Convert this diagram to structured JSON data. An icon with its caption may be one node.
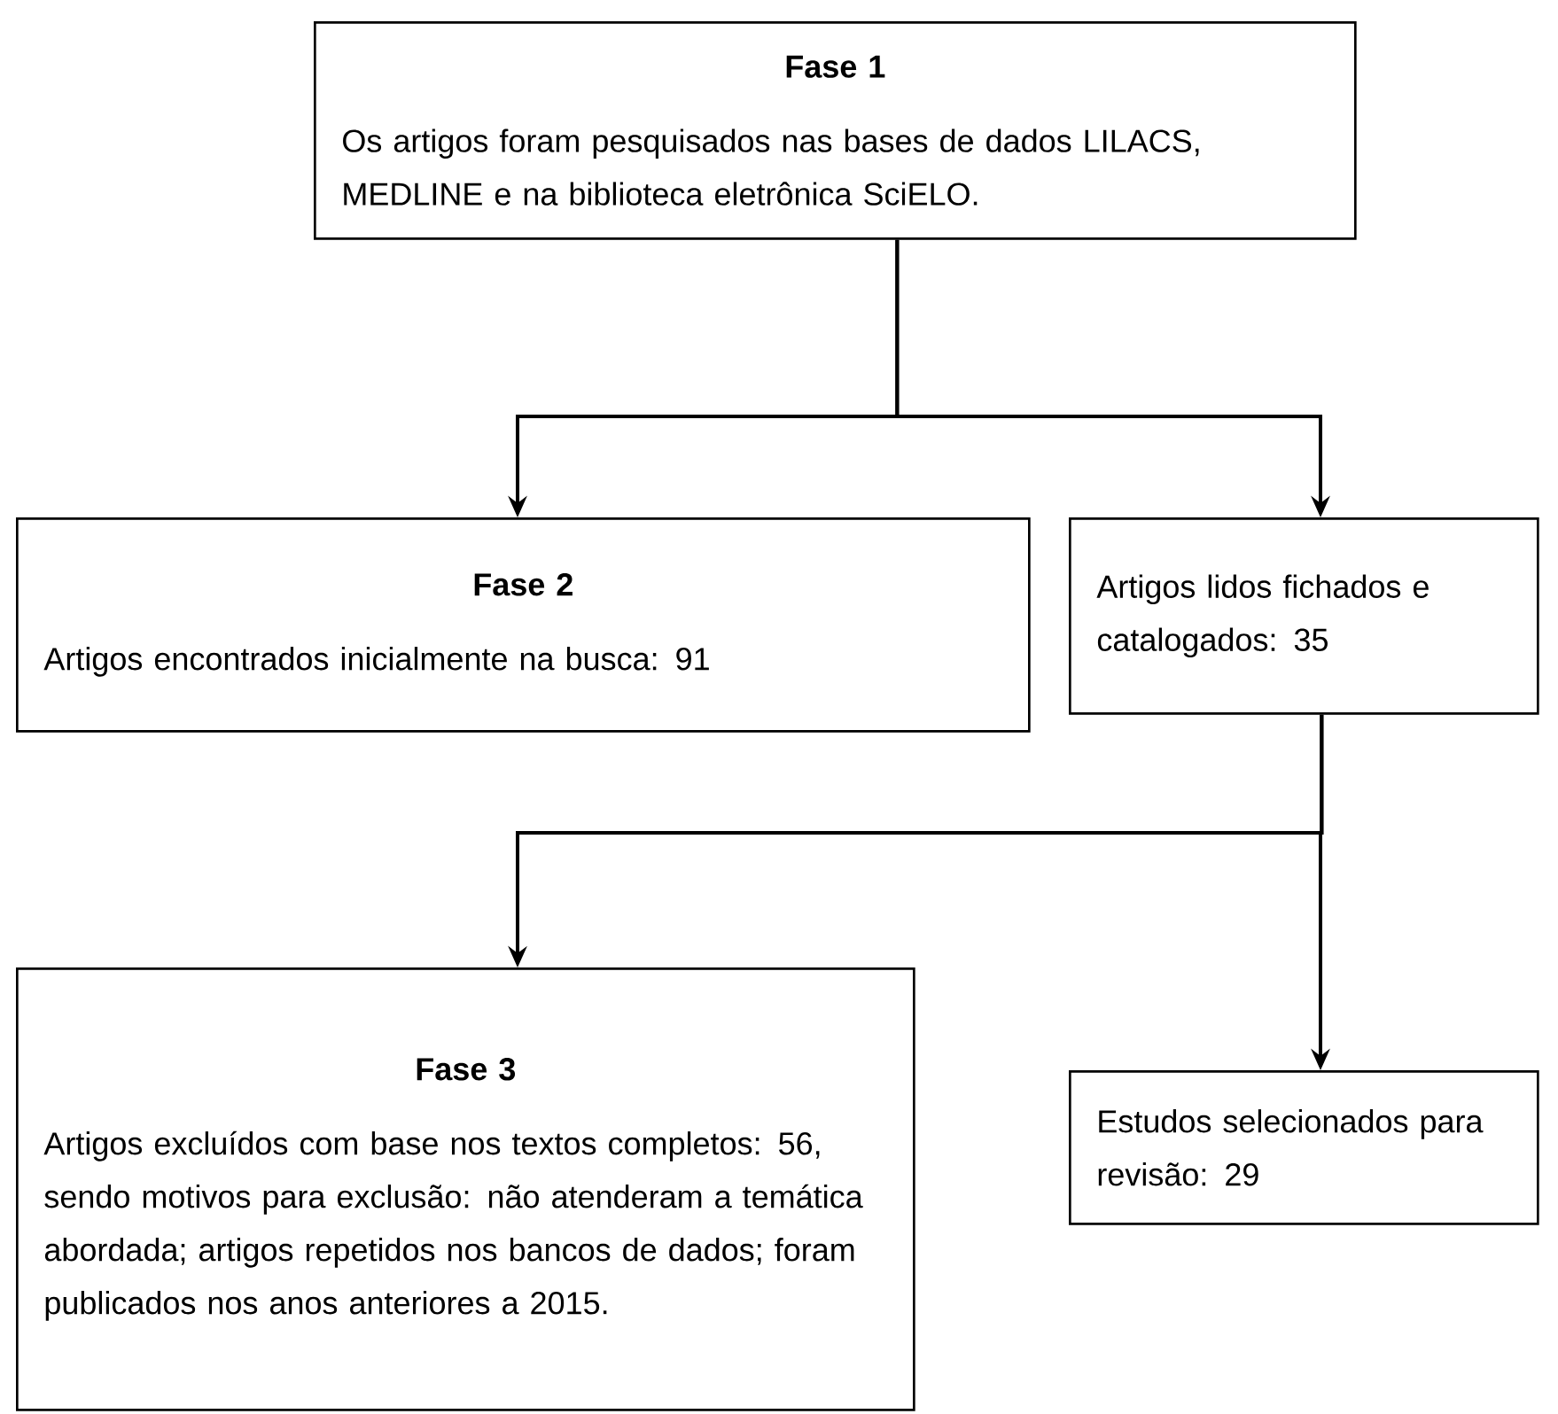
{
  "diagram": {
    "nodes": [
      {
        "text": [
          "Fase 1",
          "Os artigos foram pesquisados nas bases de dados LILACS, MEDLINE e na biblioteca eletrônica SciELO."
        ]
      },
      {
        "text": [
          "Fase 2",
          "Artigos encontrados inicialmente na busca: 91"
        ]
      },
      {
        "text": [
          "Artigos lidos fichados e catalogados: 35"
        ]
      },
      {
        "text": [
          "Fase 3",
          "Artigos excluídos com base nos textos completos: 56, sendo motivos para exclusão: não atenderam a temática abordada; artigos repetidos nos bancos de dados; foram publicados nos anos anteriores a 2015."
        ]
      },
      {
        "text": [
          "Estudos selecionados para revisão: 29"
        ]
      }
    ],
    "edges": [
      {
        "from": 0,
        "to": 1,
        "arrow": "to"
      },
      {
        "from": 0,
        "to": 2,
        "arrow": "to"
      },
      {
        "from": 2,
        "to": 3,
        "arrow": "to"
      },
      {
        "from": 2,
        "to": 4,
        "arrow": "to"
      }
    ]
  }
}
